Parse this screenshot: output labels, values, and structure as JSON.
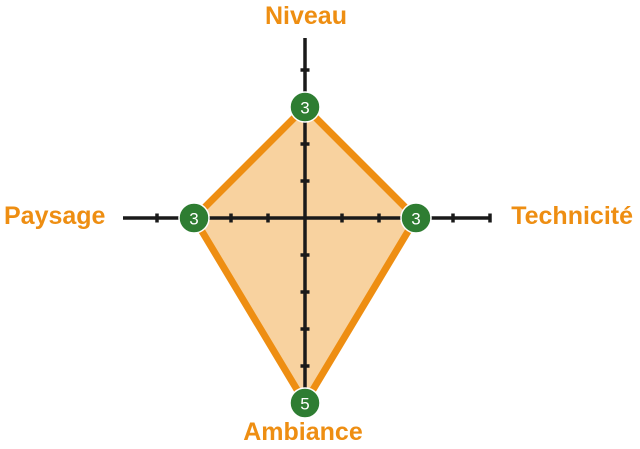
{
  "chart_data": {
    "type": "radar",
    "title": "",
    "axes": [
      "Niveau",
      "Technicité",
      "Ambiance",
      "Paysage"
    ],
    "values": [
      3,
      3,
      5,
      3
    ],
    "scale": {
      "min": 0,
      "max": 5,
      "ticks_per_axis": 5
    },
    "colors": {
      "outline": "#ee8e12",
      "fill": "#f8d29f",
      "axis": "#1a1a1a",
      "marker": "#2e7d32",
      "label": "#ee8e12"
    }
  }
}
